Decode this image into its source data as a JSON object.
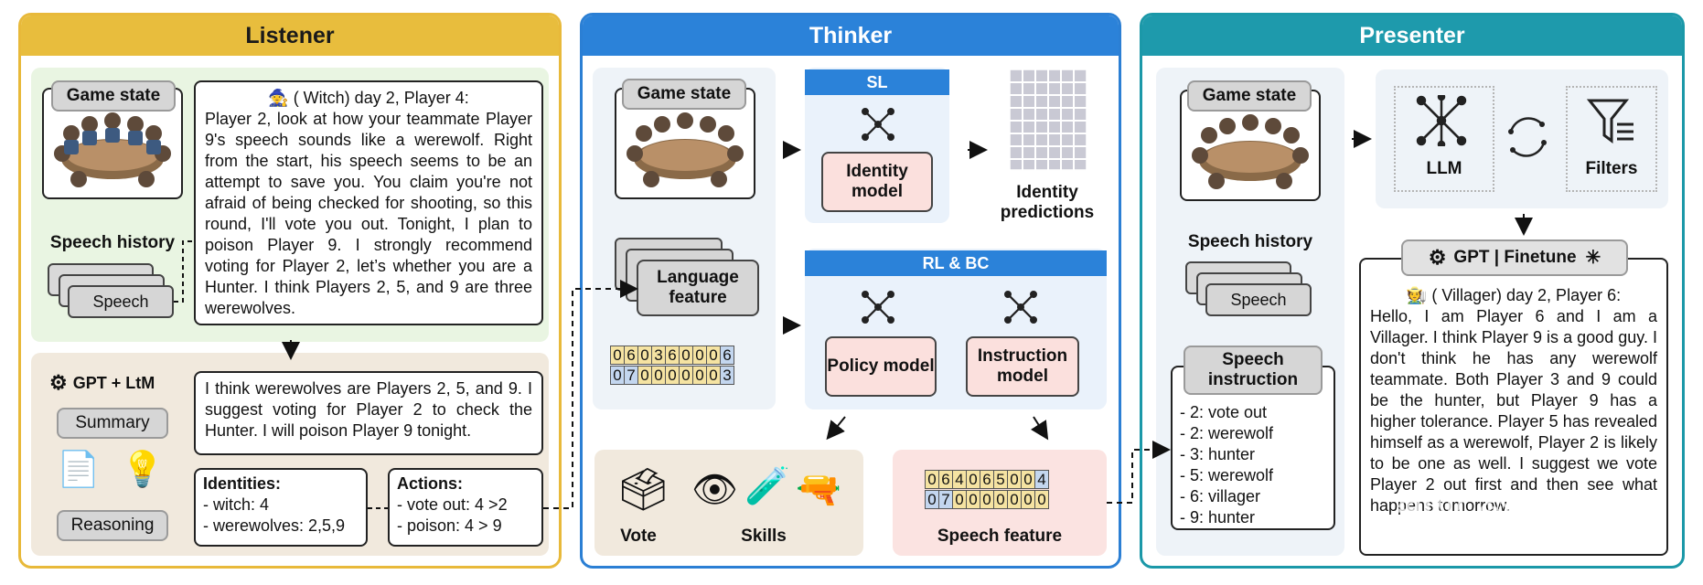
{
  "panels": {
    "listener": "Listener",
    "thinker": "Thinker",
    "presenter": "Presenter"
  },
  "listener": {
    "game_state": "Game state",
    "speech_history": "Speech history",
    "speech": "Speech",
    "dialogue_header": "( Witch)  day 2, Player 4:",
    "dialogue_body": "Player 2, look at how your teammate Player 9's speech sounds like a werewolf. Right from the start, his speech seems to be an attempt to save you. You claim you're not afraid of being checked for shooting, so this round, I'll vote you out. Tonight, I plan to poison Player 9. I strongly recommend voting for Player 2, let’s whether you are a Hunter. I think Players 2, 5, and 9 are three werewolves.",
    "gpt_ltm": "GPT + LtM",
    "summary": "Summary",
    "reasoning": "Reasoning",
    "summary_text": "I think werewolves are Players 2, 5, and 9. I suggest voting for Player 2 to check the Hunter. I will poison Player 9 tonight.",
    "identities_title": "Identities:",
    "identities": [
      "- witch: 4",
      "- werewolves: 2,5,9"
    ],
    "actions_title": "Actions:",
    "actions": [
      "- vote out: 4 >2",
      "- poison: 4 > 9"
    ]
  },
  "thinker": {
    "game_state": "Game state",
    "sl": "SL",
    "identity_model": "Identity model",
    "identity_predictions": "Identity predictions",
    "language_feature": "Language feature",
    "rl_bc": "RL & BC",
    "policy_model": "Policy model",
    "instruction_model": "Instruction model",
    "vector_top": [
      "0",
      "6",
      "0",
      "3",
      "6",
      "0",
      "0",
      "0",
      "6"
    ],
    "vector_bottom": [
      "0",
      "7",
      "0",
      "0",
      "0",
      "0",
      "0",
      "0",
      "3"
    ],
    "vote": "Vote",
    "skills": "Skills",
    "speech_feature": "Speech feature",
    "speech_vector_top": [
      "0",
      "6",
      "4",
      "0",
      "6",
      "5",
      "0",
      "0",
      "4"
    ],
    "speech_vector_bottom": [
      "0",
      "7",
      "0",
      "0",
      "0",
      "0",
      "0",
      "0",
      "0"
    ]
  },
  "presenter": {
    "game_state": "Game state",
    "llm": "LLM",
    "filters": "Filters",
    "speech_history": "Speech history",
    "speech": "Speech",
    "gpt_finetune": "GPT  |  Finetune",
    "speech_instruction": "Speech instruction",
    "instructions": [
      "- 2: vote out",
      "- 2: werewolf",
      "- 3: hunter",
      "- 5: werewolf",
      "- 6: villager",
      "- 9: hunter"
    ],
    "output_header": "( Villager)  day 2, Player 6:",
    "output_body": "Hello, I am Player 6 and I am a Villager. I think Player 9 is a good guy. I don't think he has any werewolf teammate. Both Player 3 and 9 could be the hunter, but Player 9 has a higher tolerance. Player 5 has revealed himself as a werewolf, Player 2 is likely to be one as well. I suggest we vote Player 2 out first and then see what happens tomorrow."
  },
  "watermark": "知乎 @黄浩",
  "colors": {
    "listener": "#e8bd3d",
    "thinker": "#2b82d9",
    "presenter": "#1e9aac"
  }
}
